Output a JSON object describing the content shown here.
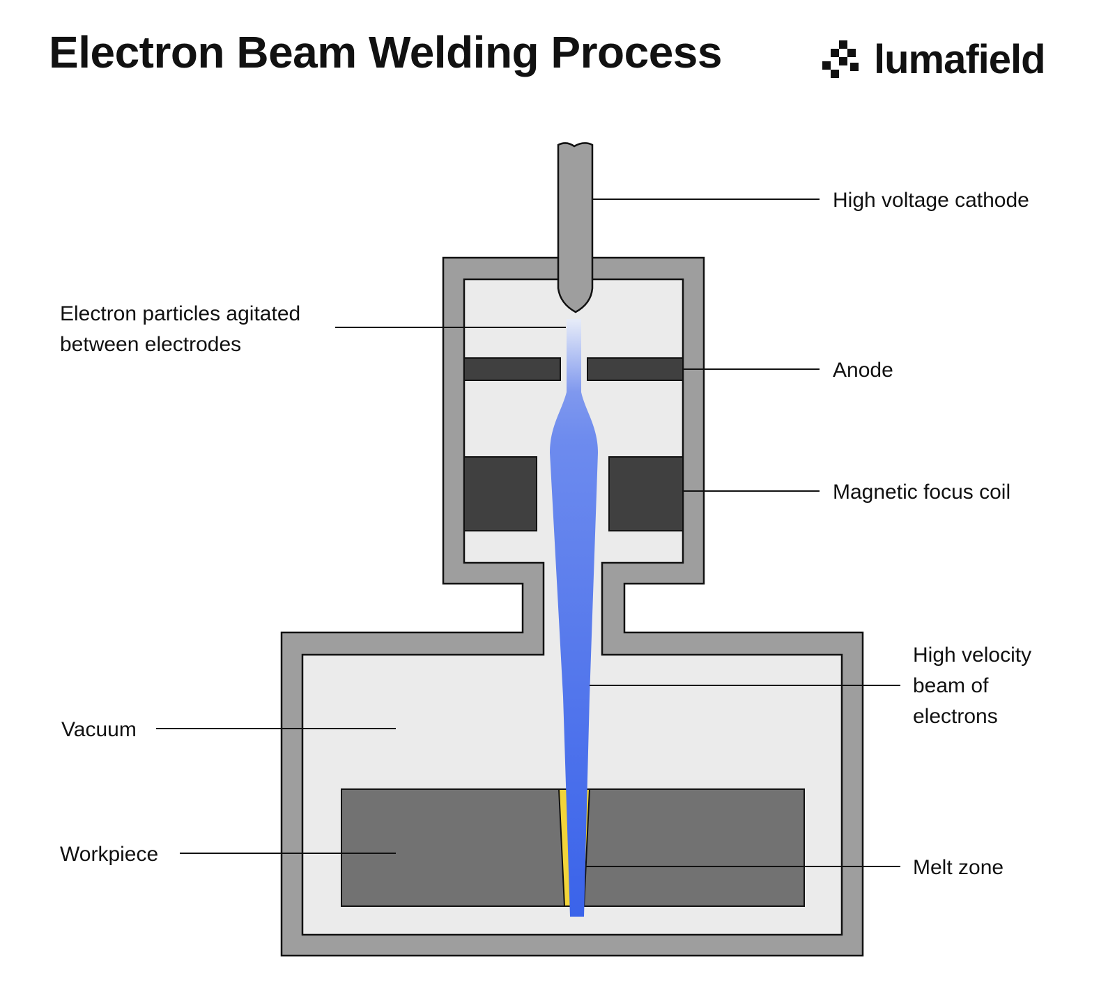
{
  "header": {
    "title": "Electron Beam Welding Process",
    "brand": "lumafield"
  },
  "labels": {
    "cathode": "High voltage cathode",
    "particles_line1": "Electron particles agitated",
    "particles_line2": "between electrodes",
    "anode": "Anode",
    "coil": "Magnetic focus coil",
    "beam_line1": "High velocity",
    "beam_line2": "beam of",
    "beam_line3": "electrons",
    "vacuum": "Vacuum",
    "workpiece": "Workpiece",
    "melt": "Melt zone"
  },
  "colors": {
    "shell": "#9e9e9e",
    "inner": "#ebebeb",
    "dark": "#404040",
    "workpiece": "#727272",
    "beam_top": "#e6ebf8",
    "beam": "#3a63ea",
    "melt": "#f2d43a",
    "outline": "#111111"
  },
  "icons": {
    "logo": "lumafield-logo-icon"
  }
}
